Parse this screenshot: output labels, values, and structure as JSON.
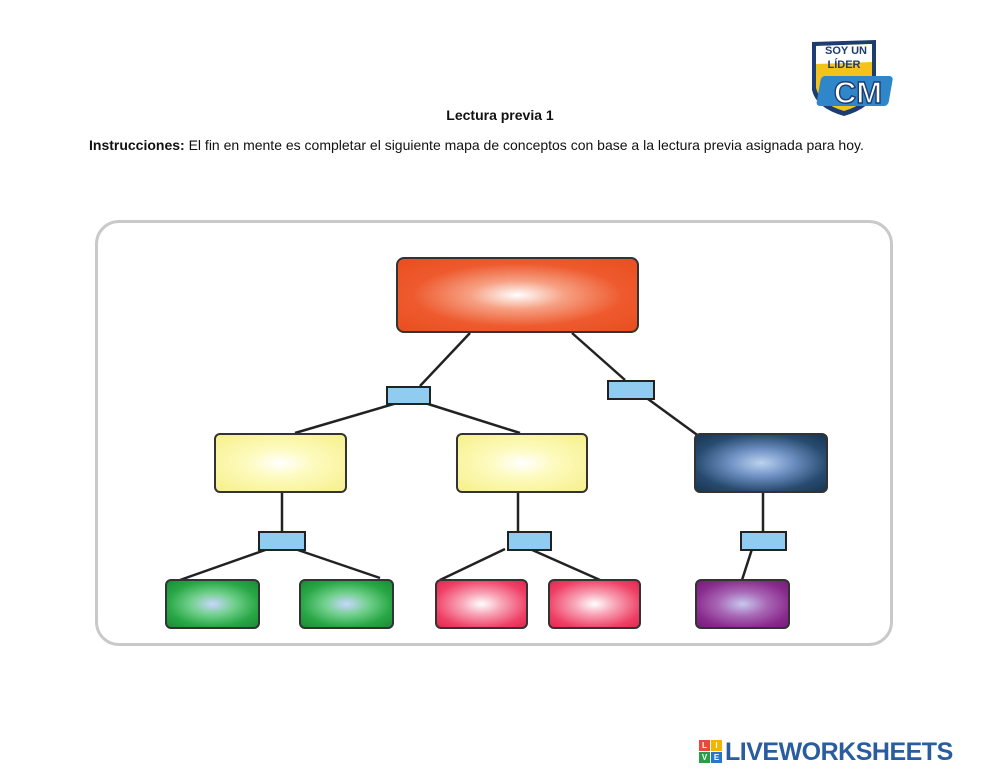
{
  "header": {
    "title": "Lectura previa 1",
    "instructions_label": "Instrucciones:",
    "instructions_text": " El fin en mente es completar el siguiente mapa de conceptos con base a la lectura previa asignada para hoy."
  },
  "school_logo": {
    "top_text": "SOY UN",
    "middle_text": "LÍDER",
    "big_text": "CM",
    "colors": {
      "shield_yellow": "#f3c31b",
      "shield_blue": "#1d3d72",
      "accent_blue": "#2f86c8"
    }
  },
  "concept_map": {
    "colors": {
      "root": "#e94e1e",
      "level2_yellow": "#f6f08a",
      "level2_blue": "#183653",
      "leaf_green": "#28a745",
      "leaf_pink": "#e0294f",
      "leaf_purple": "#8a2a8e",
      "connector": "#8fccef",
      "frame": "#c9c9c9"
    }
  },
  "footer": {
    "brand": "LIVEWORKSHEETS",
    "cube_letters": [
      "L",
      "I",
      "V",
      "E"
    ],
    "cube_colors": [
      "#e64a3b",
      "#f4b400",
      "#2a9d4b",
      "#2a75c7"
    ]
  }
}
